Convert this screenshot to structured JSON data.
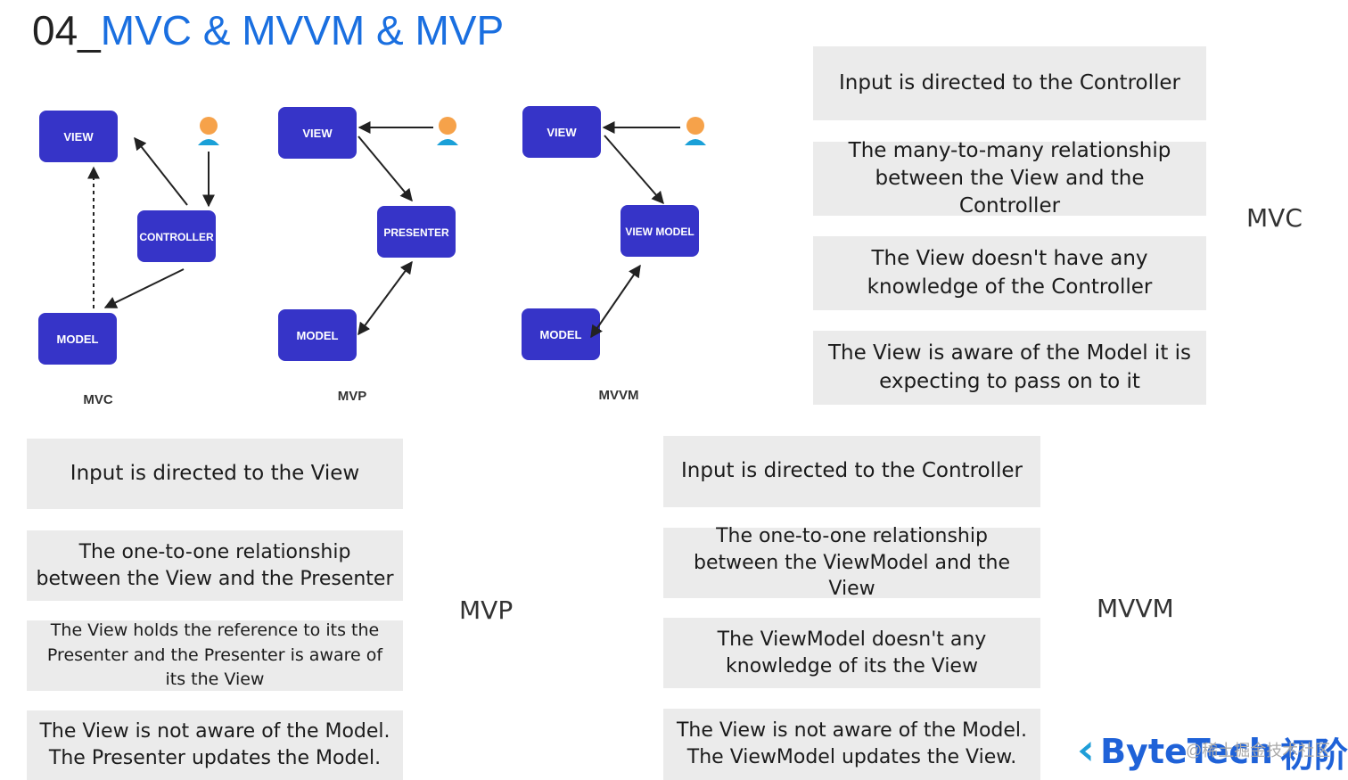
{
  "title": {
    "number": "04_",
    "topic": "MVC & MVVM & MVP"
  },
  "diagram": {
    "mvc": {
      "view": "VIEW",
      "controller": "CONTROLLER",
      "model": "MODEL",
      "caption": "MVC"
    },
    "mvp": {
      "view": "VIEW",
      "presenter": "PRESENTER",
      "model": "MODEL",
      "caption": "MVP"
    },
    "mvvm": {
      "view": "VIEW",
      "viewmodel": "VIEW MODEL",
      "model": "MODEL",
      "caption": "MVVM"
    },
    "colors": {
      "node": "#3634c8",
      "arrow": "#222222",
      "person_skin": "#f6a24a",
      "person_body": "#1aa0d8"
    }
  },
  "mvc_panel": {
    "label": "MVC",
    "items": [
      "Input is directed to the Controller",
      "The many-to-many relationship between the View and the Controller",
      "The View doesn't have any knowledge of the Controller",
      "The View is aware of the Model it is expecting to pass on to it"
    ]
  },
  "mvp_panel": {
    "label": "MVP",
    "items": [
      "Input is directed to the View",
      "The one-to-one relationship between the View and the Presenter",
      "The View holds the reference to its the Presenter and the Presenter is aware of its the View",
      "The View is not aware of the Model. The Presenter updates the Model."
    ]
  },
  "mvvm_panel": {
    "label": "MVVM",
    "items": [
      "Input is directed to the Controller",
      "The one-to-one relationship between the ViewModel and the View",
      "The ViewModel doesn't any knowledge of its the View",
      "The View is not aware of the Model. The ViewModel updates the View."
    ]
  },
  "brand": {
    "name": "ByteTech",
    "suffix": "初阶",
    "watermark": "@稀土掘金技术社区"
  }
}
